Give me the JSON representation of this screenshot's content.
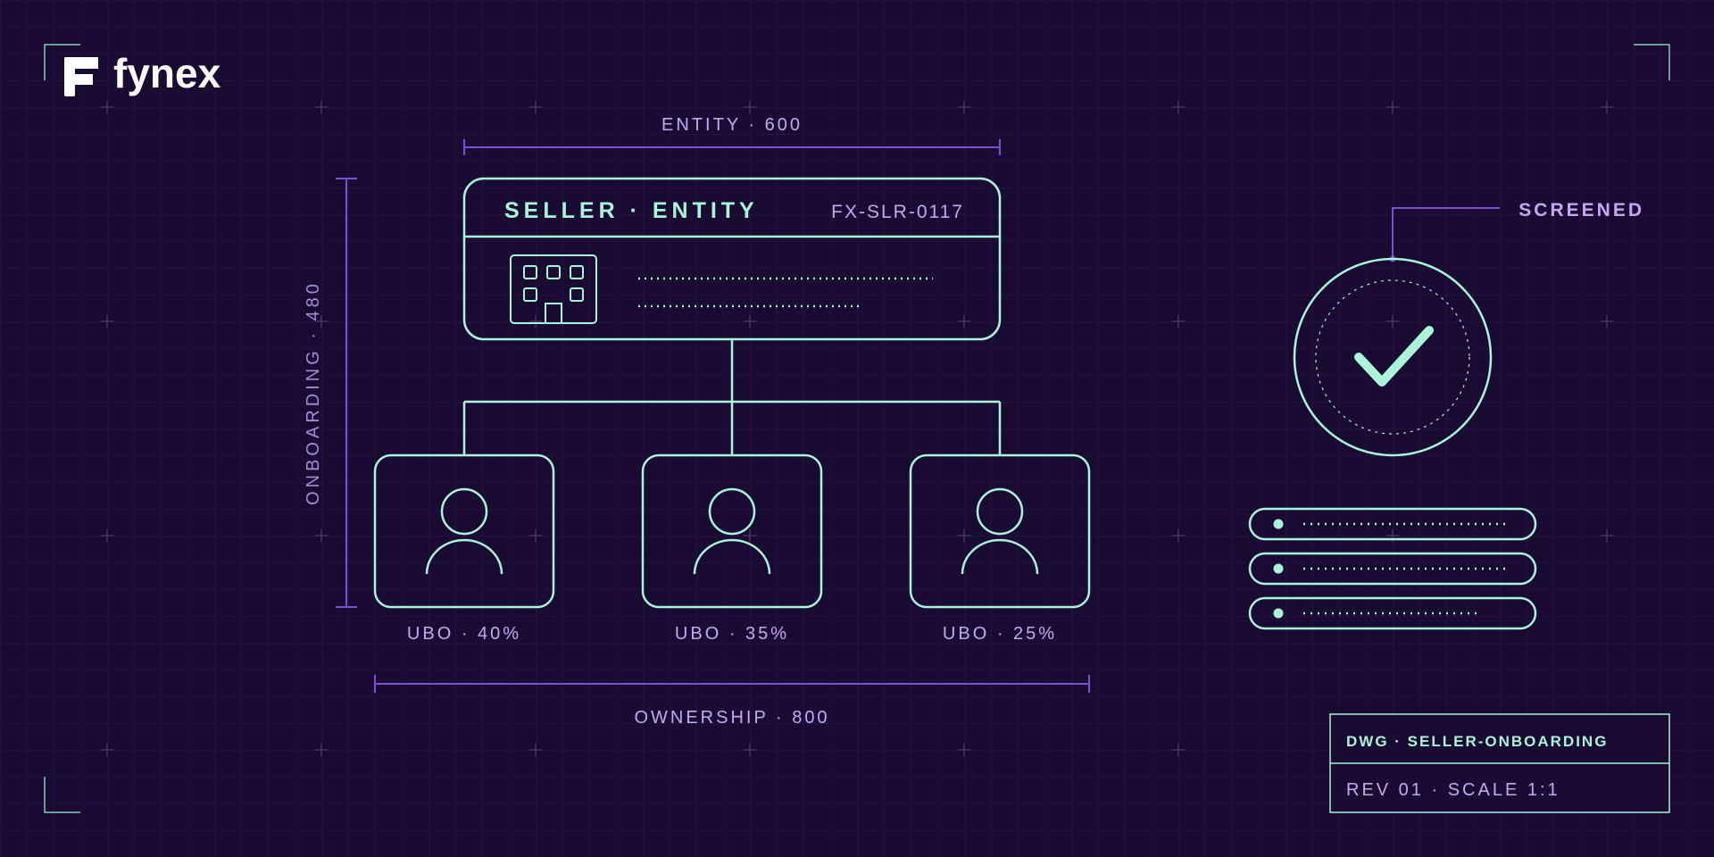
{
  "brand": {
    "name": "fynex"
  },
  "colors": {
    "background": "#1a0b33",
    "mint": "#a8f5d8",
    "violet": "#7e4fd1",
    "lavender": "#c9a6f2",
    "white": "#ffffff"
  },
  "dimensions": {
    "entity_width": "ENTITY · 600",
    "onboarding_height": "ONBOARDING · 480",
    "ownership_width": "OWNERSHIP · 800"
  },
  "entity_card": {
    "title": "SELLER · ENTITY",
    "code": "FX-SLR-0117"
  },
  "owners": [
    {
      "label": "UBO · 40%",
      "share_percent": 40
    },
    {
      "label": "UBO · 35%",
      "share_percent": 35
    },
    {
      "label": "UBO · 25%",
      "share_percent": 25
    }
  ],
  "screening": {
    "status": "SCREENED"
  },
  "title_block": {
    "drawing": "DWG · SELLER-ONBOARDING",
    "revision": "REV 01 · SCALE 1:1"
  }
}
